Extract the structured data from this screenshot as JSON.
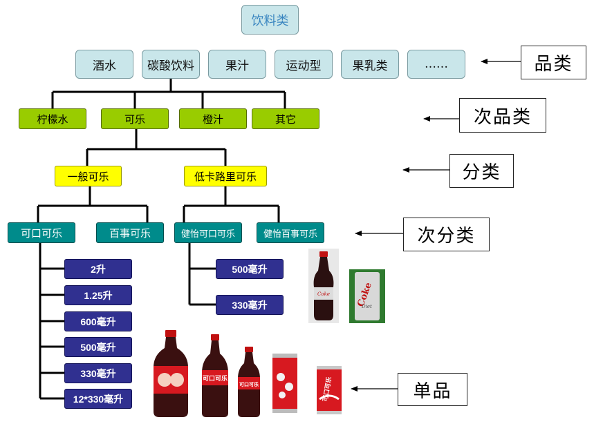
{
  "root": {
    "label": "饮料类"
  },
  "categories": [
    {
      "label": "酒水"
    },
    {
      "label": "碳酸饮料"
    },
    {
      "label": "果汁"
    },
    {
      "label": "运动型"
    },
    {
      "label": "果乳类"
    },
    {
      "label": "……"
    }
  ],
  "subcategories": [
    {
      "label": "柠檬水"
    },
    {
      "label": "可乐"
    },
    {
      "label": "橙汁"
    },
    {
      "label": "其它"
    }
  ],
  "classes": [
    {
      "label": "一般可乐"
    },
    {
      "label": "低卡路里可乐"
    }
  ],
  "subclasses": [
    {
      "label": "可口可乐"
    },
    {
      "label": "百事可乐"
    },
    {
      "label": "健怡可口可乐"
    },
    {
      "label": "健怡百事可乐"
    }
  ],
  "items_coke": [
    {
      "label": "2升"
    },
    {
      "label": "1.25升"
    },
    {
      "label": "600毫升"
    },
    {
      "label": "500毫升"
    },
    {
      "label": "330毫升"
    },
    {
      "label": "12*330毫升"
    }
  ],
  "items_diet": [
    {
      "label": "500毫升"
    },
    {
      "label": "330毫升"
    }
  ],
  "legend": {
    "category": "品类",
    "subcategory": "次品类",
    "class": "分类",
    "subclass": "次分类",
    "item": "单品"
  },
  "colors": {
    "category_fill": "#c9e6ea",
    "subcategory_fill": "#99cc00",
    "class_fill": "#ffff00",
    "subclass_fill": "#008b8b",
    "item_fill": "#303090",
    "coke_red": "#d71920"
  }
}
